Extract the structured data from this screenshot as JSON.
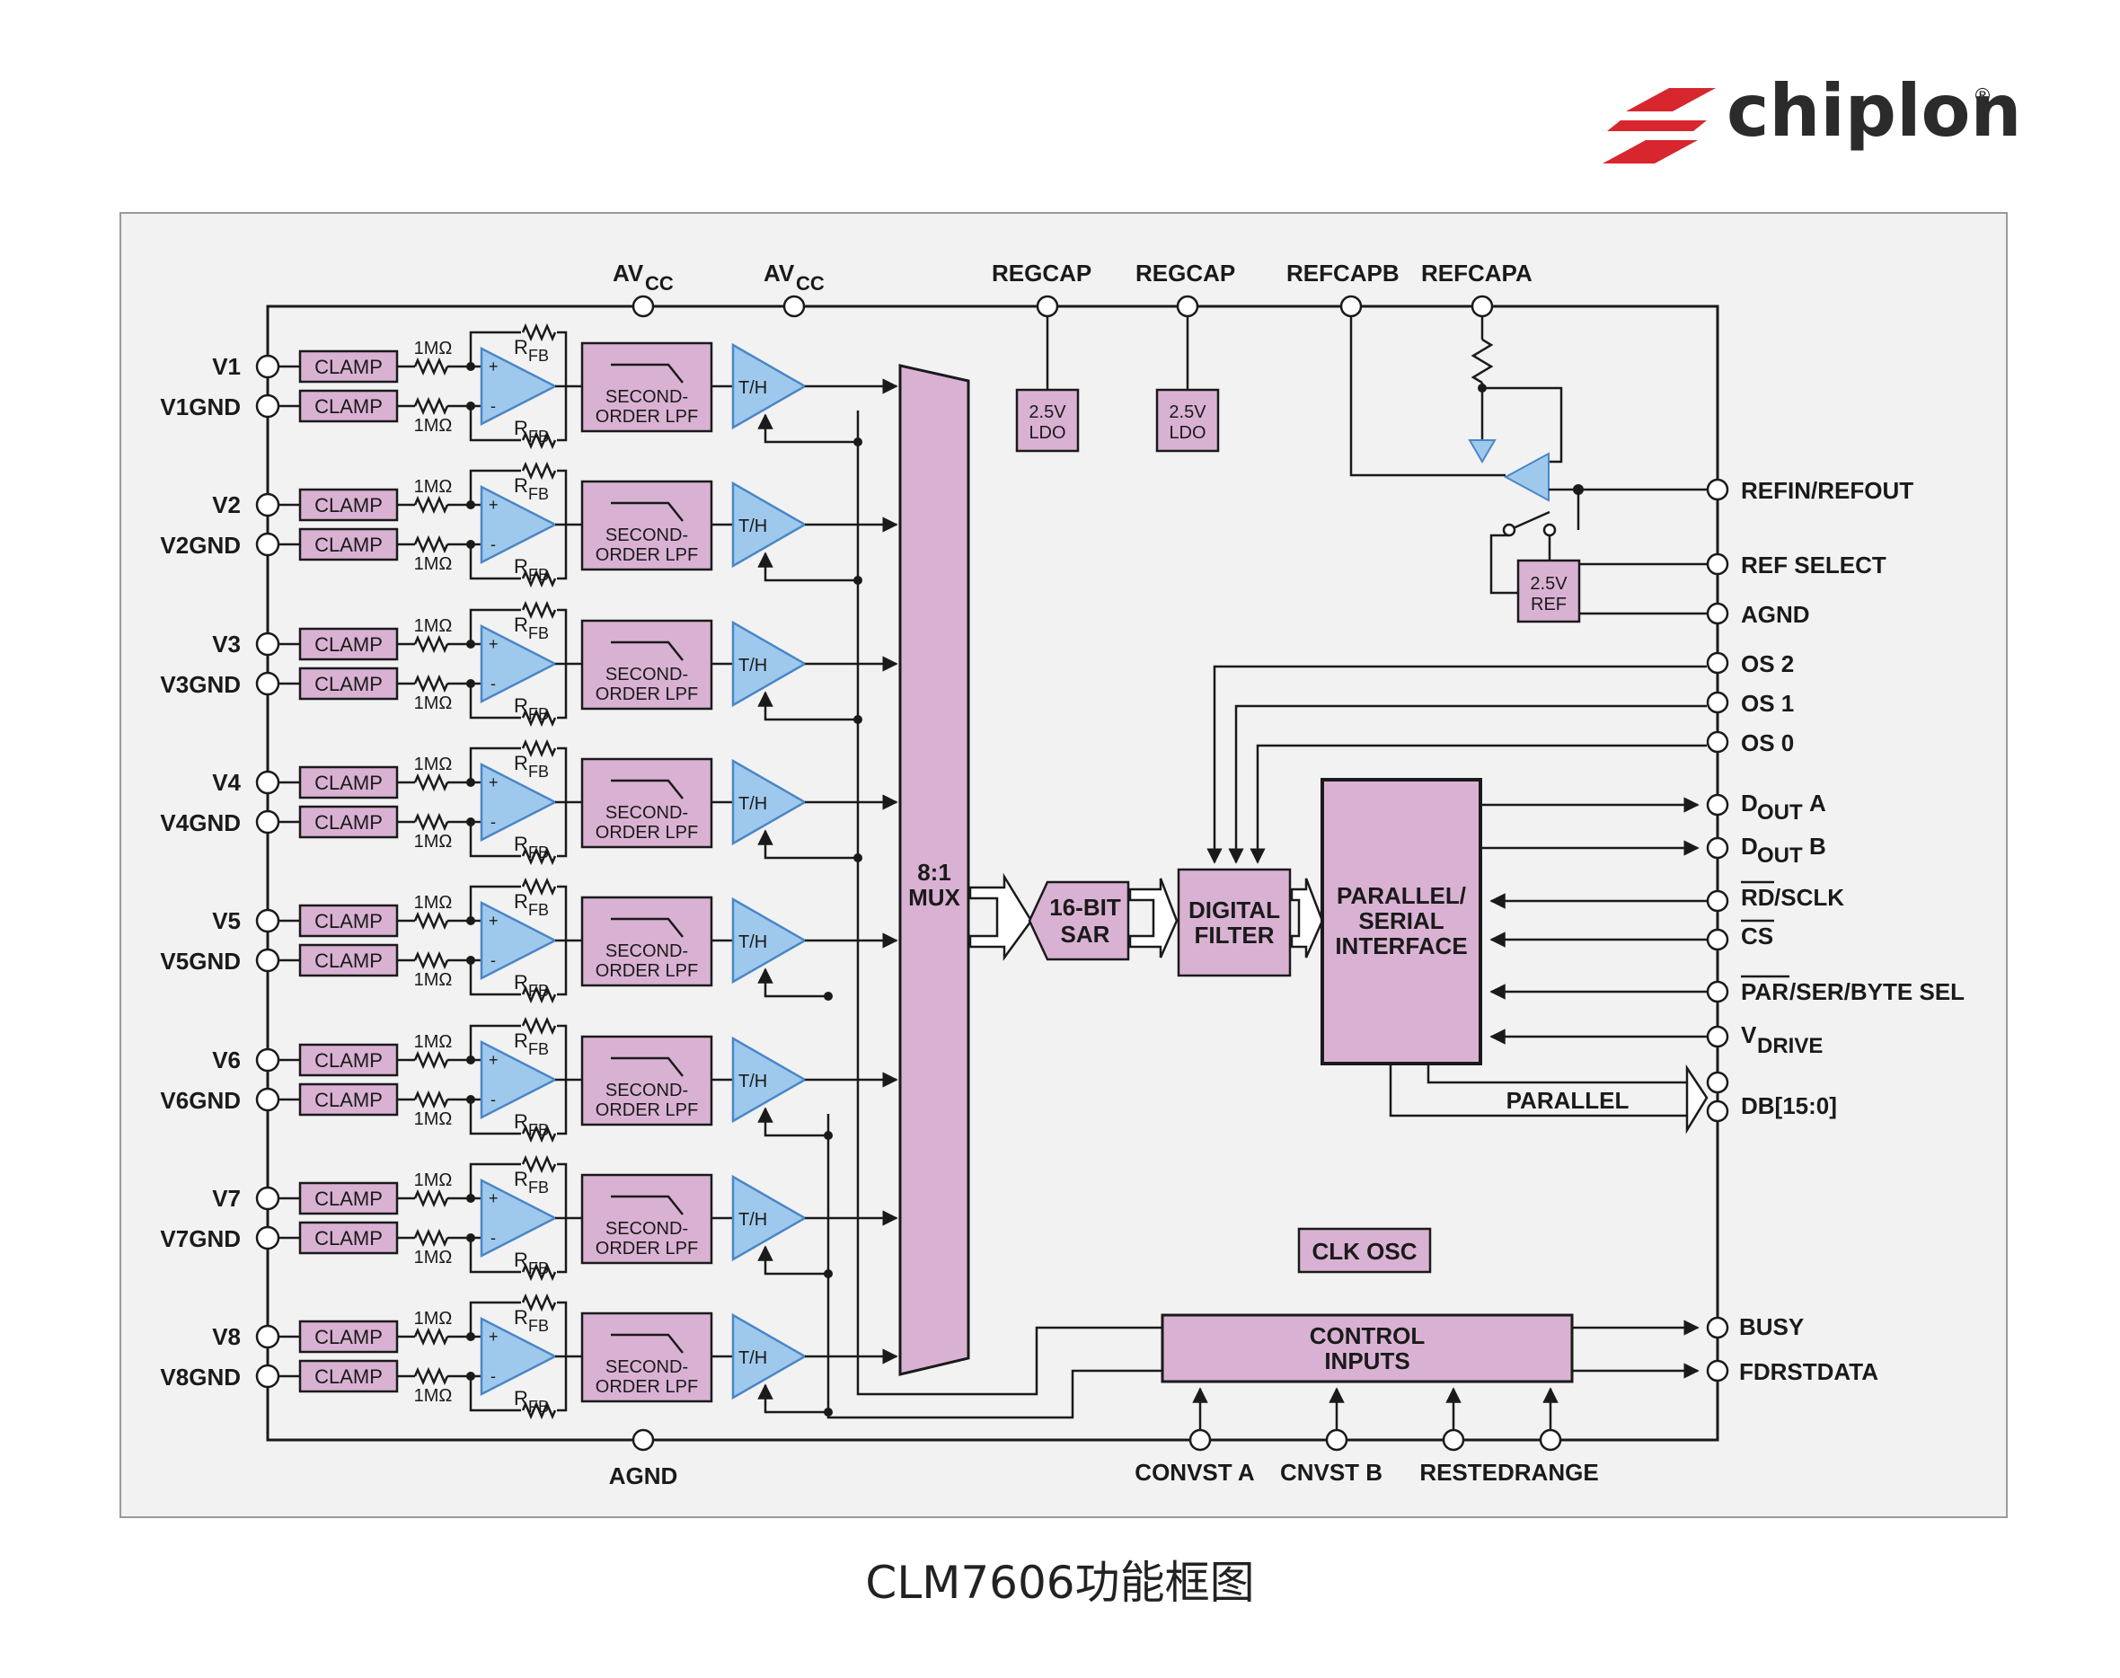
{
  "brand": {
    "name": "chiplon",
    "registered": "®"
  },
  "caption": "CLM7606功能框图",
  "top_pins": {
    "avcc_1": "AV",
    "avcc_1_sub": "CC",
    "avcc_2": "AV",
    "avcc_2_sub": "CC",
    "regcap_1": "REGCAP",
    "regcap_2": "REGCAP",
    "refcapb": "REFCAPB",
    "refcapa": "REFCAPA"
  },
  "channels": [
    {
      "v": "V1",
      "gnd": "V1GND"
    },
    {
      "v": "V2",
      "gnd": "V2GND"
    },
    {
      "v": "V3",
      "gnd": "V3GND"
    },
    {
      "v": "V4",
      "gnd": "V4GND"
    },
    {
      "v": "V5",
      "gnd": "V5GND"
    },
    {
      "v": "V6",
      "gnd": "V6GND"
    },
    {
      "v": "V7",
      "gnd": "V7GND"
    },
    {
      "v": "V8",
      "gnd": "V8GND"
    }
  ],
  "channel_block": {
    "clamp": "CLAMP",
    "resistor": "1MΩ",
    "rfb_r": "R",
    "rfb_sub": "FB",
    "opamp_plus": "+",
    "opamp_minus": "-",
    "lpf_line1": "SECOND-",
    "lpf_line2": "ORDER LPF",
    "th": "T/H"
  },
  "ldo": {
    "line1": "2.5V",
    "line2": "LDO"
  },
  "ref": {
    "line1": "2.5V",
    "line2": "REF"
  },
  "mux": {
    "line1": "8:1",
    "line2": "MUX"
  },
  "sar": {
    "line1": "16-BIT",
    "line2": "SAR"
  },
  "filter": {
    "line1": "DIGITAL",
    "line2": "FILTER"
  },
  "interface": {
    "line1": "PARALLEL/",
    "line2": "SERIAL",
    "line3": "INTERFACE"
  },
  "parallel_label": "PARALLEL",
  "clk_osc": "CLK OSC",
  "control": {
    "line1": "CONTROL",
    "line2": "INPUTS"
  },
  "right_pins": {
    "refin": "REFIN/REFOUT",
    "ref_select": "REF SELECT",
    "agnd": "AGND",
    "os2": "OS 2",
    "os1": "OS 1",
    "os0": "OS 0",
    "douta_d": "D",
    "douta_sub": "OUT",
    "douta_suffix": "A",
    "doutb_d": "D",
    "doutb_sub": "OUT",
    "doutb_suffix": "B",
    "rd": "RD",
    "rd_rest": "/SCLK",
    "cs": "CS",
    "par": "PAR",
    "par_rest": "/SER/BYTE SEL",
    "vdrive_v": "V",
    "vdrive_sub": "DRIVE",
    "db": "DB[15:0]",
    "busy": "BUSY",
    "fdrstdata": "FDRSTDATA"
  },
  "bottom_pins": {
    "agnd": "AGND",
    "convst_a": "CONVST A",
    "cnvst_b": "CNVST B",
    "restedrange": "RESTEDRANGE"
  },
  "colors": {
    "pink": "#d9b2d3",
    "blue": "#9fc9ec",
    "bluedark": "#4a86c7",
    "brand_red": "#d7262e",
    "frame_bg": "#f2f2f2"
  }
}
